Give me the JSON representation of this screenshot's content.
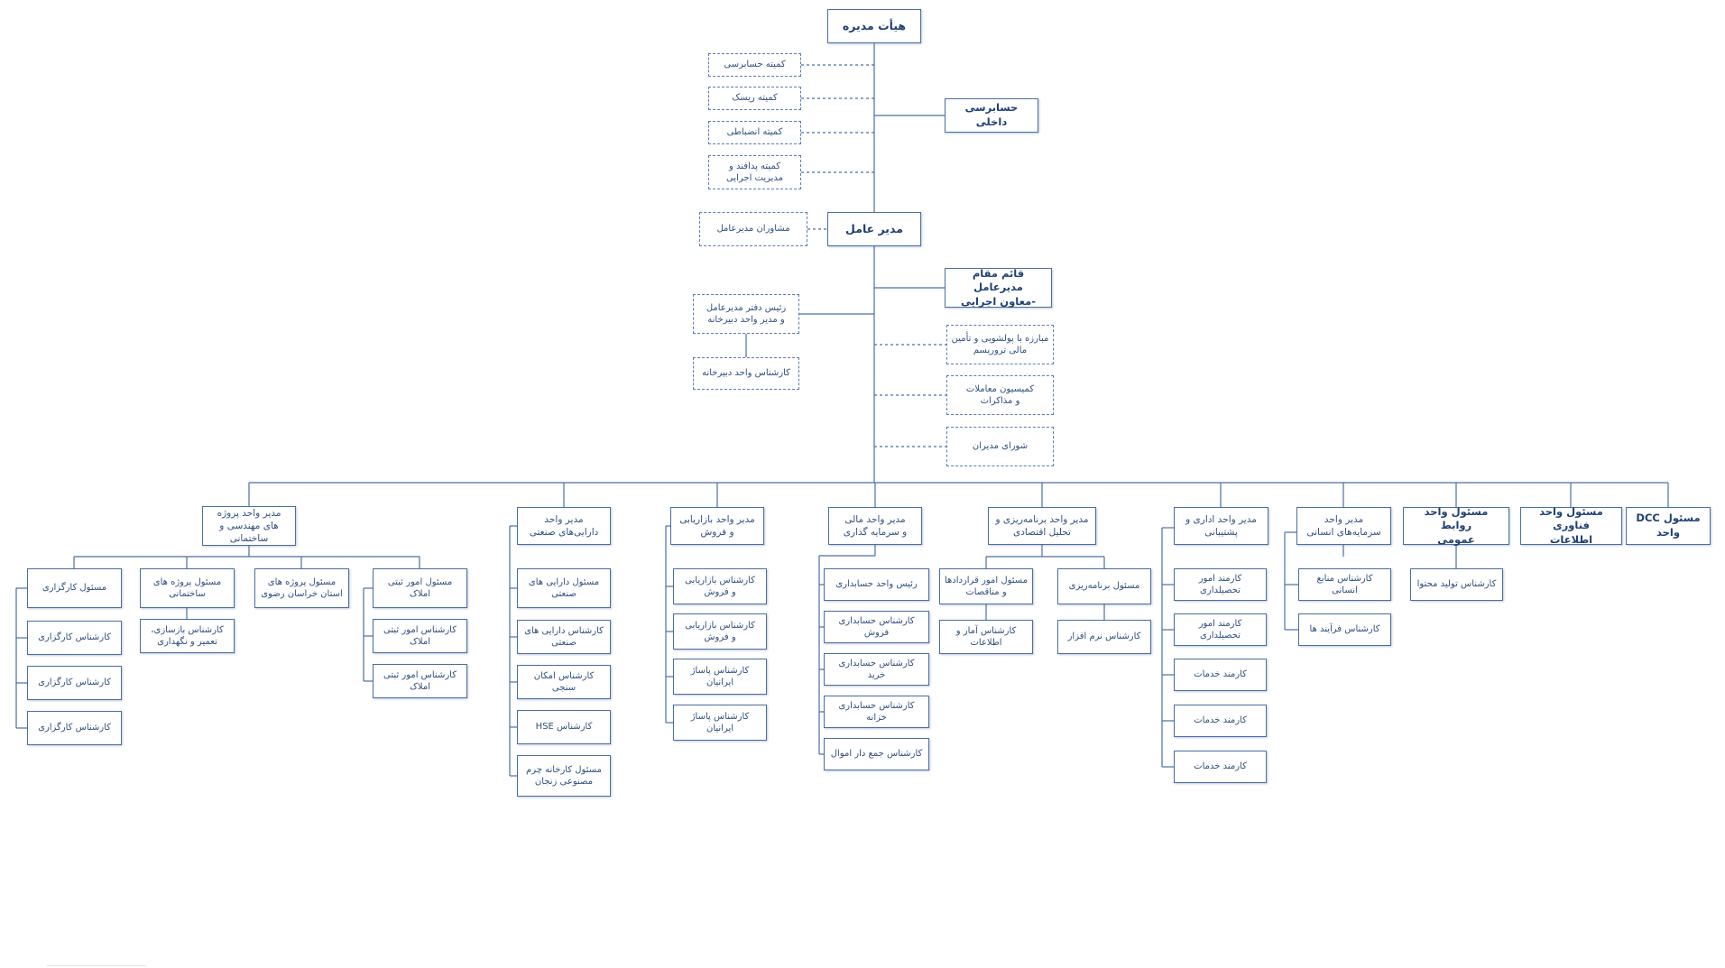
{
  "colors": {
    "line": "#4a6fa5",
    "text": "#2f4f7f",
    "heading": "#1f3f73"
  },
  "nodes": {
    "board": "هیأت مدیره",
    "committee_audit": "کمیته حسابرسی",
    "committee_risk": "کمیته ریسک",
    "committee_discipline": "کمیته انضباطی",
    "committee_passive_defense": "کمیته پدافند و\nمدیریت اجرایی",
    "internal_audit": "حسابرسی داخلی",
    "ceo": "مدیر عامل",
    "ceo_advisors": "مشاوران مدیرعامل",
    "deputy_ceo": "قائم مقام مدیرعامل\n-معاون اجرایی",
    "secretariat_head": "رئیس دفتر مدیرعامل\nو مدیر واحد دبیرخانه",
    "secretariat_expert": "کارشناس واحد دبیرخانه",
    "aml": "مبارزه با پولشویی و تأمین\nمالی تروریسم",
    "transactions_commission": "کمیسیون معاملات\nو مذاکرات",
    "managers_council": "شورای مدیران",
    "unit_dcc": "مسئول DCC\nواحد",
    "unit_it": "مسئول واحد فناوری\nاطلاعات",
    "unit_pr": "مسئول واحد روابط\nعمومی",
    "unit_hr": "مدیر واحد\nسرمایه‌های انسانی",
    "unit_admin": "مدیر واحد اداری و\nپشتیبانی",
    "unit_planning": "مدیر واحد برنامه‌ریزی و\nتحلیل اقتصادی",
    "unit_finance": "مدیر واحد مالی\nو سرمایه گذاری",
    "unit_marketing": "مدیر واحد بازاریابی\nو فروش",
    "unit_industrial": "مدیر واحد\nدارایی‌های صنعتی",
    "unit_projects": "مدیر واحد پروژه\nهای مهندسی و\nساختمانی",
    "pr_content": "کارشناس تولید محتوا",
    "hr_resources": "کارشناس منابع\nانسانی",
    "hr_process": "کارشناس فرآیند ها",
    "admin_staff_1": "کارمند امور\nتحصیلداری",
    "admin_staff_2": "کارمند امور\nتحصیلداری",
    "admin_service_1": "کارمند خدمات",
    "admin_service_2": "کارمند خدمات",
    "admin_service_3": "کارمند خدمات",
    "plan_contracts": "مسئول امور قراردادها\nو مناقصات",
    "plan_stats": "کارشناس آمار و\nاطلاعات",
    "plan_programming": "مسئول برنامه‌ریزی",
    "plan_software": "کارشناس نرم افزار",
    "fin_head": "رئیس واحد حسابداری",
    "fin_sales": "کارشناس حسابداری\nفروش",
    "fin_purchase": "کارشناس حسابداری\nخرید",
    "fin_treasury": "کارشناس حسابداری\nخزانه",
    "fin_assets": "کارشناس جمع دار اموال",
    "mkt_1": "کارشناس بازاریابی\nو فروش",
    "mkt_2": "کارشناس بازاریابی\nو فروش",
    "mkt_3": "کارشناس پاساژ\nایرانیان",
    "mkt_4": "کارشناس پاساژ\nایرانیان",
    "ind_head": "مسئول دارایی های\nصنعتی",
    "ind_expert": "کارشناس دارایی های\nصنعتی",
    "ind_feasibility": "کارشناس امکان\nسنجی",
    "ind_hse": "کارشناس HSE",
    "ind_zanjan": "مسئول کارخانه چرم\nمصنوعی زنجان",
    "prj_registry": "مسئول امور ثبتی\nاملاک",
    "prj_registry_exp_1": "کارشناس امور ثبتی\nاملاک",
    "prj_registry_exp_2": "کارشناس امور ثبتی\nاملاک",
    "prj_khorasan": "مسئول پروژه های\nاستان خراسان رضوی",
    "prj_construction": "مسئول پروژه های\nساختمانی",
    "prj_renovation": "کارشناس بازسازی،\nتعمیر و نگهداری",
    "prj_agency": "مسئول کارگزاری",
    "prj_agency_1": "کارشناس کارگزاری",
    "prj_agency_2": "کارشناس کارگزاری",
    "prj_agency_3": "کارشناس کارگزاری"
  }
}
